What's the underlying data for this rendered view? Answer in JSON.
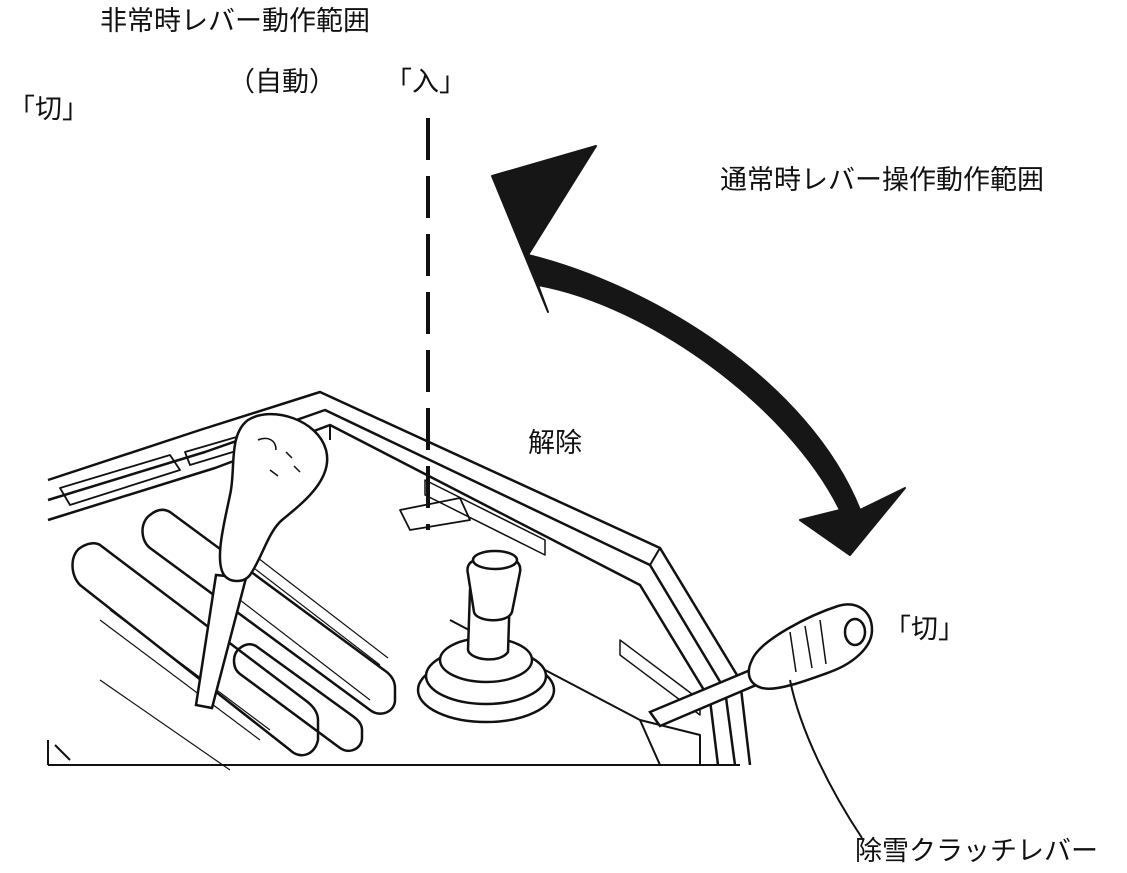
{
  "diagram": {
    "labels": {
      "emergency_lever_range": "非常時レバー動作範囲",
      "auto": "（自動）",
      "on": "「入」",
      "off_left": "「切」",
      "normal_lever_range": "通常時レバー操作動作範囲",
      "release": "解除",
      "off_right": "「切」",
      "clutch_lever": "除雪クラッチレバー"
    },
    "colors": {
      "line": "#111111",
      "arrow": "#161616",
      "background": "#ffffff"
    },
    "icons": {
      "range_arrow": "double-headed-curved-arrow",
      "emergency_line": "dashed-vertical-line"
    }
  }
}
